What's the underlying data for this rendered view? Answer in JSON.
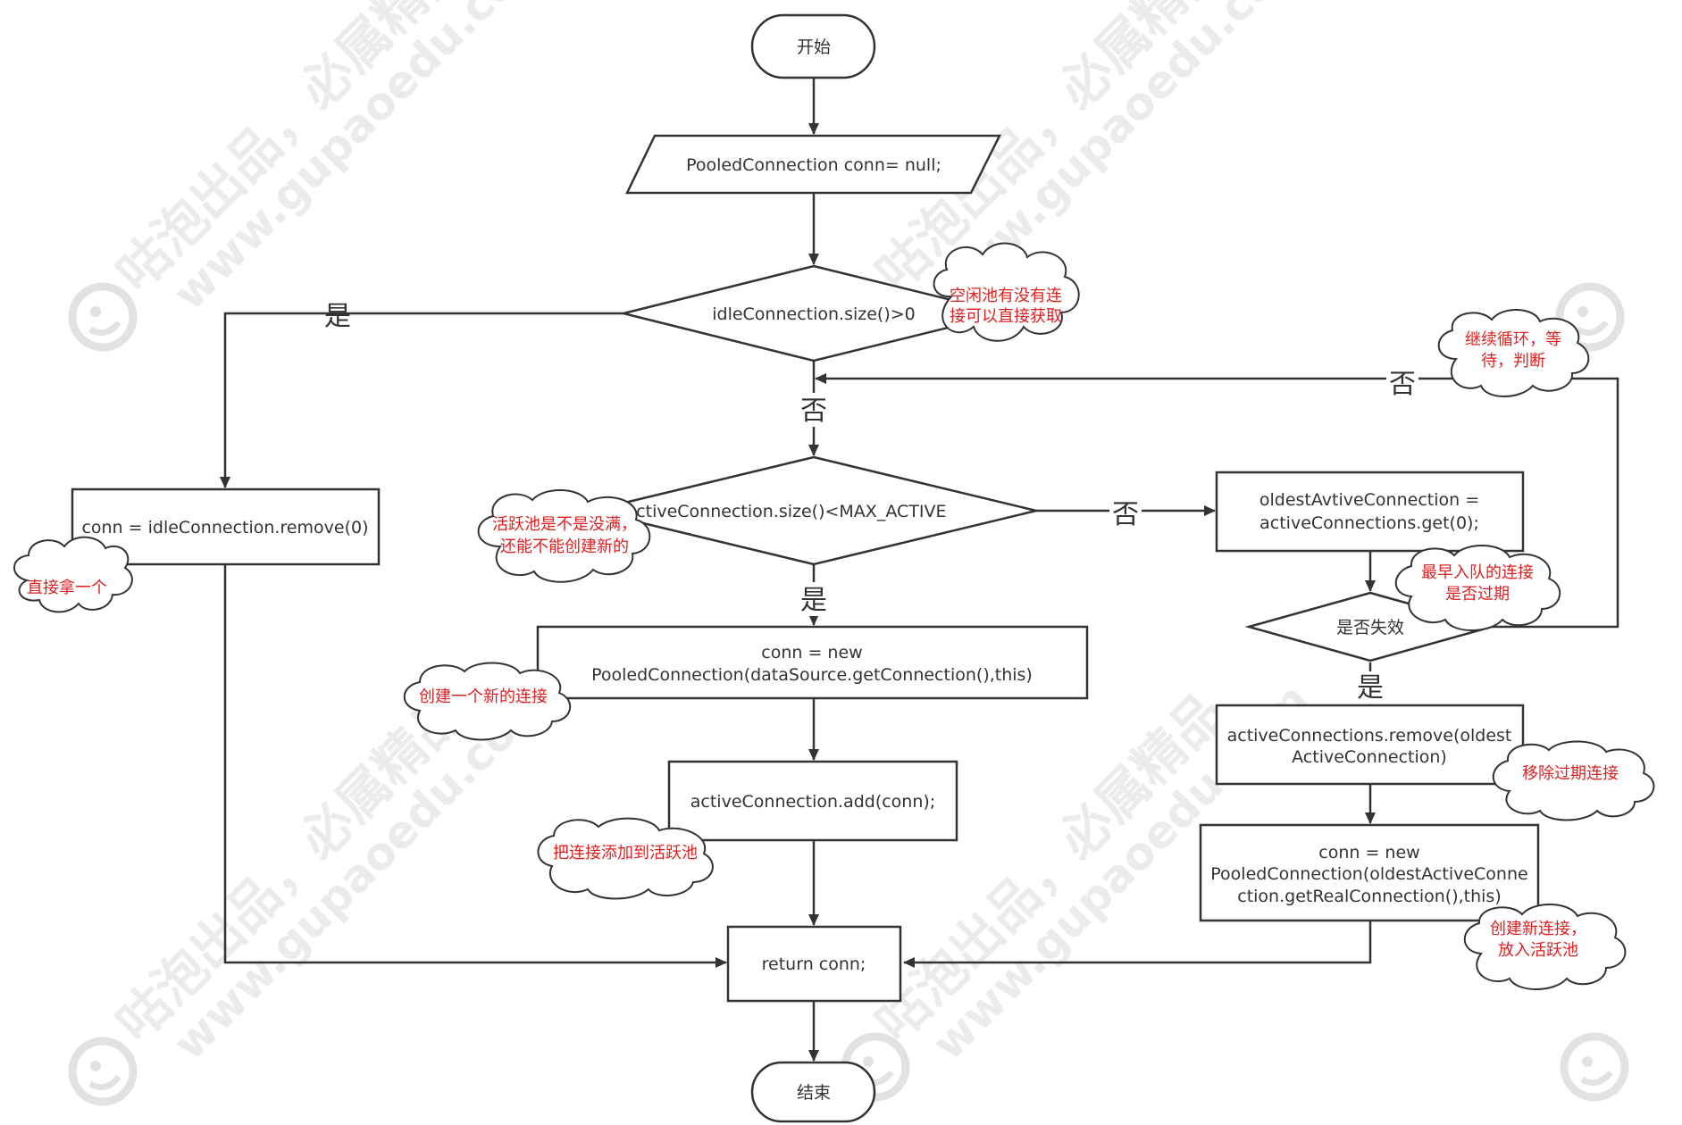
{
  "nodes": {
    "start": "开始",
    "init": "PooledConnection conn= null;",
    "idle_check": "idleConnection.size()>0",
    "idle_remove": "conn = idleConnection.remove(0)",
    "active_check": "activeConnection.size()<MAX_ACTIVE",
    "new_conn_1": "conn = new",
    "new_conn_2": "PooledConnection(dataSource.getConnection(),this)",
    "active_add": "activeConnection.add(conn);",
    "oldest_1": "oldestAvtiveConnection =",
    "oldest_2": "activeConnections.get(0);",
    "expired_check": "是否失效",
    "remove_old_1": "activeConnections.remove(oldest",
    "remove_old_2": "ActiveConnection)",
    "new_conn_b_1": "conn = new",
    "new_conn_b_2": "PooledConnection(oldestActiveConne",
    "new_conn_b_3": "ction.getRealConnection(),this)",
    "return": "return conn;",
    "end": "结束"
  },
  "edge_labels": {
    "idle_yes": "是",
    "idle_no": "否",
    "active_yes": "是",
    "active_no": "否",
    "expired_yes": "是",
    "expired_no": "否"
  },
  "notes": {
    "idle_pool_1": "空闲池有没有连",
    "idle_pool_2": "接可以直接获取",
    "take_one": "直接拿一个",
    "active_pool_1": "活跃池是不是没满，",
    "active_pool_2": "还能不能创建新的",
    "create_new": "创建一个新的连接",
    "add_active": "把连接添加到活跃池",
    "loop_1": "继续循环，等",
    "loop_2": "待，判断",
    "earliest_1": "最早入队的连接",
    "earliest_2": "是否过期",
    "remove_expired": "移除过期连接",
    "create_put_1": "创建新连接，",
    "create_put_2": "放入活跃池"
  },
  "watermark": {
    "line1": "咕泡出品，必属精品",
    "line2": "www.gupaoedu.com"
  },
  "colors": {
    "stroke": "#333333",
    "note_text": "#e02020",
    "watermark": "#dcdcdc"
  }
}
